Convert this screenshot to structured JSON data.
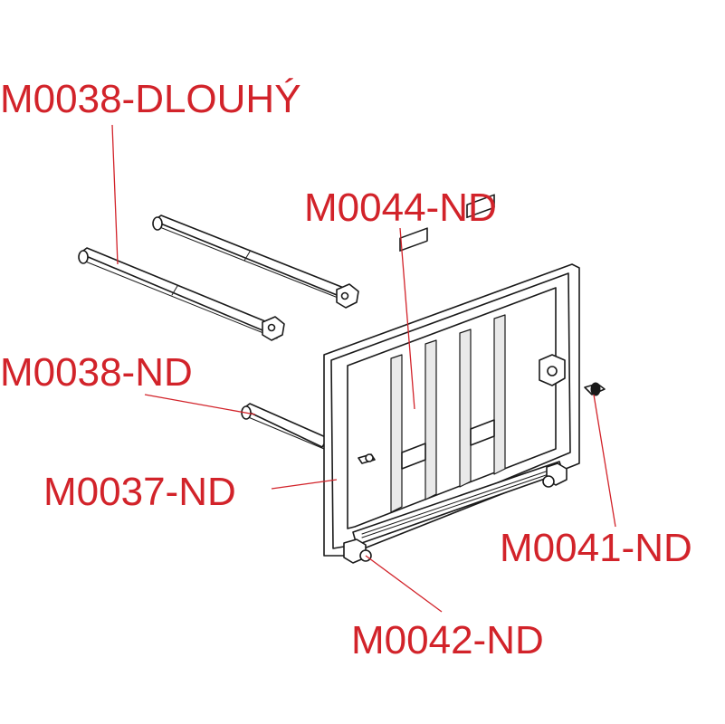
{
  "labels": {
    "m0038_dlouhy": "M0038-DLOUHÝ",
    "m0044": "M0044-ND",
    "m0038": "M0038-ND",
    "m0037": "M0037-ND",
    "m0041": "M0041-ND",
    "m0042": "M0042-ND"
  },
  "colors": {
    "label": "#d2232a",
    "ink": "#1a1a1a",
    "background": "#ffffff"
  }
}
